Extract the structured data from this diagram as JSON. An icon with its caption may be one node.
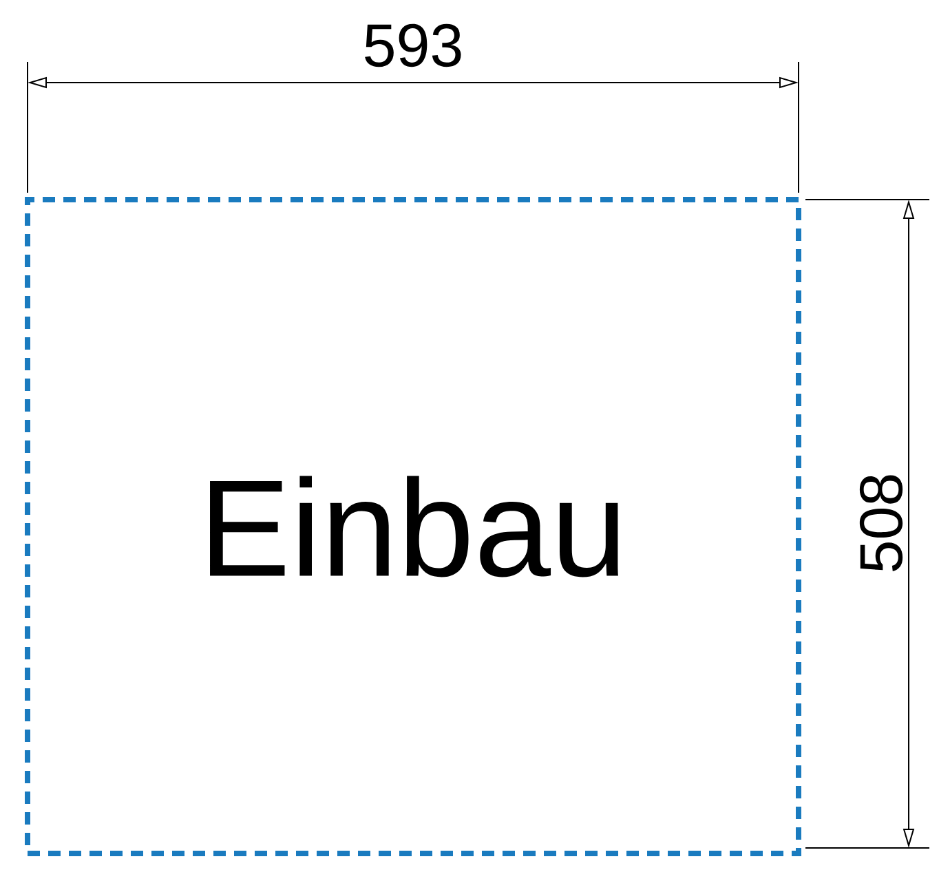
{
  "diagram": {
    "nodes": [
      {
        "text": [
          "Einbau"
        ]
      }
    ],
    "labels": [
      "593",
      "508"
    ]
  }
}
